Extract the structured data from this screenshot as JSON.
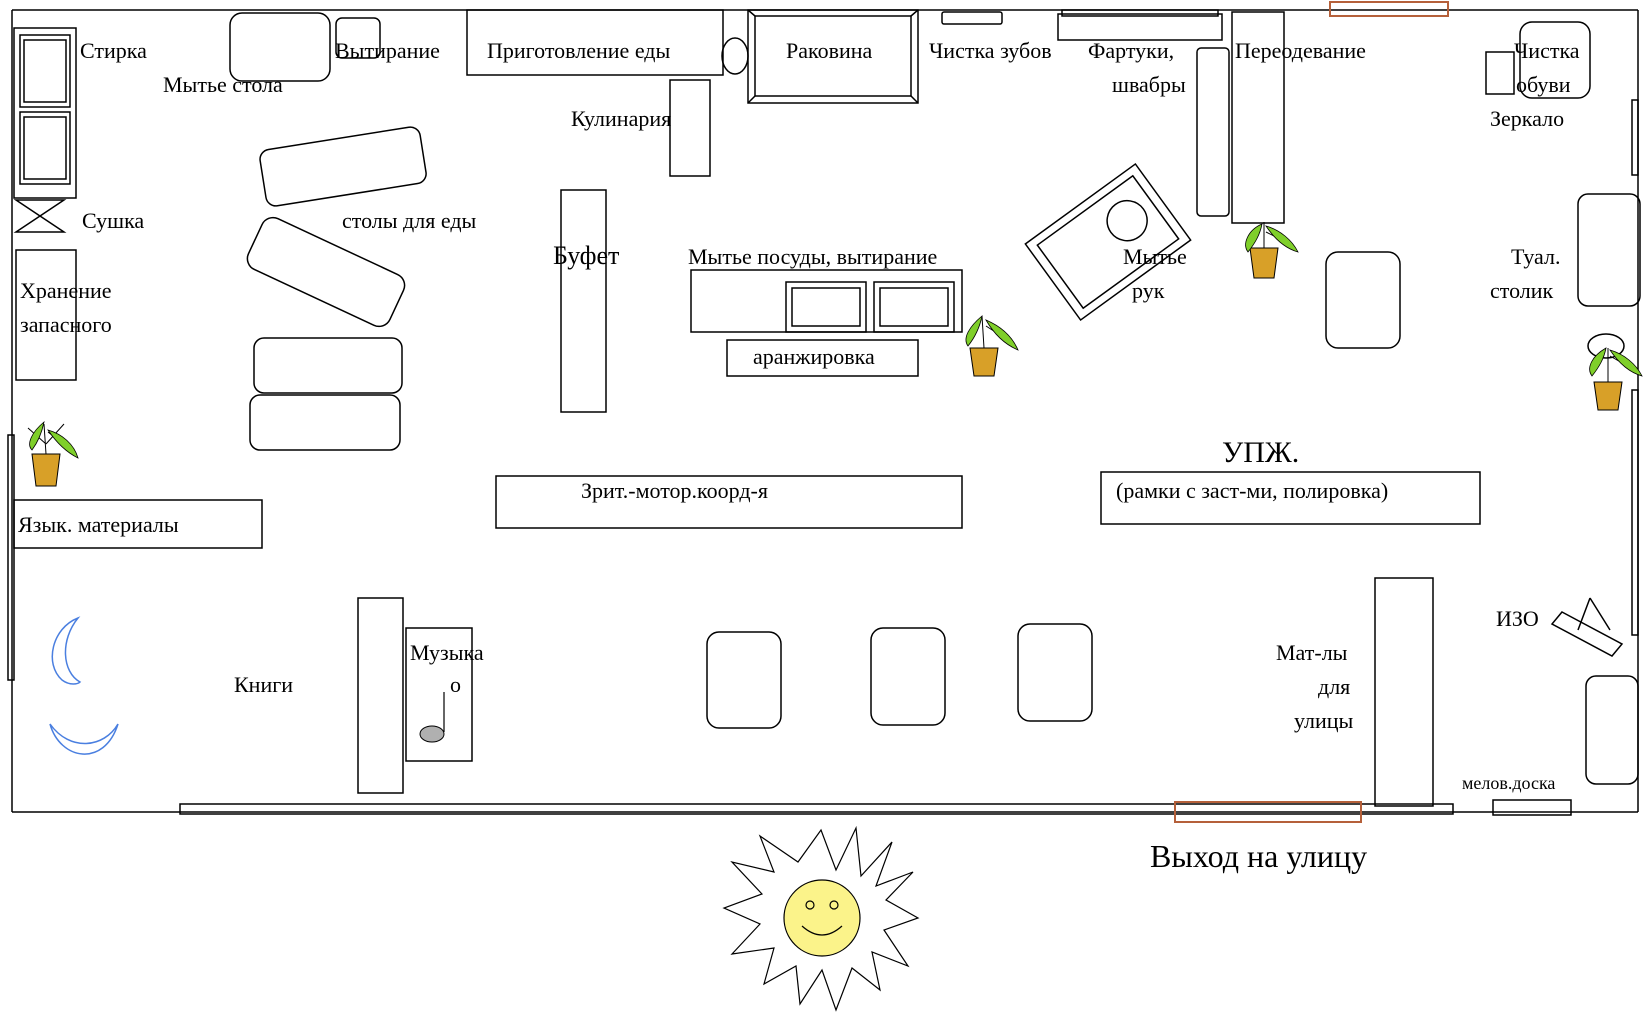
{
  "labels": {
    "stirka": "Стирка",
    "mytie_stola": "Мытье стола",
    "vytiranie": "Вытирание",
    "prigotovlenie": "Приготовление еды",
    "rakovina": "Раковина",
    "chistka_zubov": "Чистка зубов",
    "fartuki": "Фартуки,",
    "shvabry": "швабры",
    "pereodevanie": "Переодевание",
    "chistka_obuvi_1": "Чистка",
    "chistka_obuvi_2": "обуви",
    "zerkalo": "Зеркало",
    "kulinaria": "Кулинария",
    "sushka": "Сушка",
    "stoly": "столы для еды",
    "bufet": "Буфет",
    "mytie_posudy": "Мытье посуды, вытирание",
    "mytie_ruk_1": "Мытье",
    "mytie_ruk_2": "рук",
    "tual_1": "Туал.",
    "tual_2": "столик",
    "hranenie_1": "Хранение",
    "hranenie_2": "запасного",
    "aranzh": "аранжировка",
    "upzh": "УПЖ.",
    "ramki": "(рамки с заст-ми, полировка)",
    "zrit": "Зрит.-мотор.коорд-я",
    "yazyk": "Язык. материалы",
    "muzyka": "Музыка",
    "knigi": "Книги",
    "matdy_1": "Мат-лы",
    "matdy_2": "для",
    "matdy_3": "улицы",
    "izo": "ИЗО",
    "melov": "мелов.доска",
    "vyhod": "Выход на улицу",
    "note": "о"
  },
  "colors": {
    "line": "#000000",
    "door": "#b5603a",
    "moon": "#4a7fe0",
    "plant_leaf": "#7fcf2a",
    "pot": "#d8a028",
    "sun": "#fbf38a",
    "note": "#b0b0b0"
  },
  "icons": [
    "plant-icon",
    "moon-icon",
    "sun-icon",
    "music-note-icon"
  ]
}
